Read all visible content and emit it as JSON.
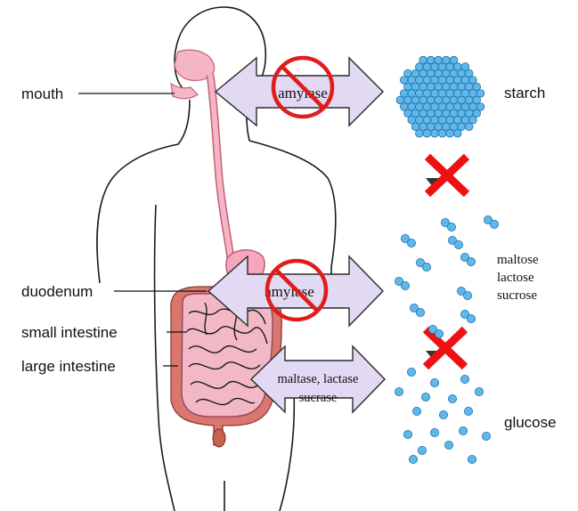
{
  "labels": {
    "mouth": "mouth",
    "duodenum": "duodenum",
    "small_intestine": "small intestine",
    "large_intestine": "large intestine",
    "starch": "starch",
    "disaccharides": [
      "maltose",
      "lactose",
      "sucrose"
    ],
    "glucose": "glucose"
  },
  "arrows": {
    "top_enzyme": "amylase",
    "middle_enzyme": "amylase",
    "bottom_enzyme_line1": "maltase, lactase",
    "bottom_enzyme_line2": "sucrase"
  },
  "colors": {
    "arrow_fill": "#e2d9f3",
    "prohibit_red": "#e01c1c",
    "cross_red": "#ee1111",
    "molecule_blue": "#5fb8ec",
    "gut_pink": "#f2b8c6",
    "esophagus_pink": "#f4b6c4",
    "large_intestine": "#d9776f"
  },
  "icons": {
    "prohibit": "no-entry-circle-icon",
    "cross": "red-x-icon"
  }
}
